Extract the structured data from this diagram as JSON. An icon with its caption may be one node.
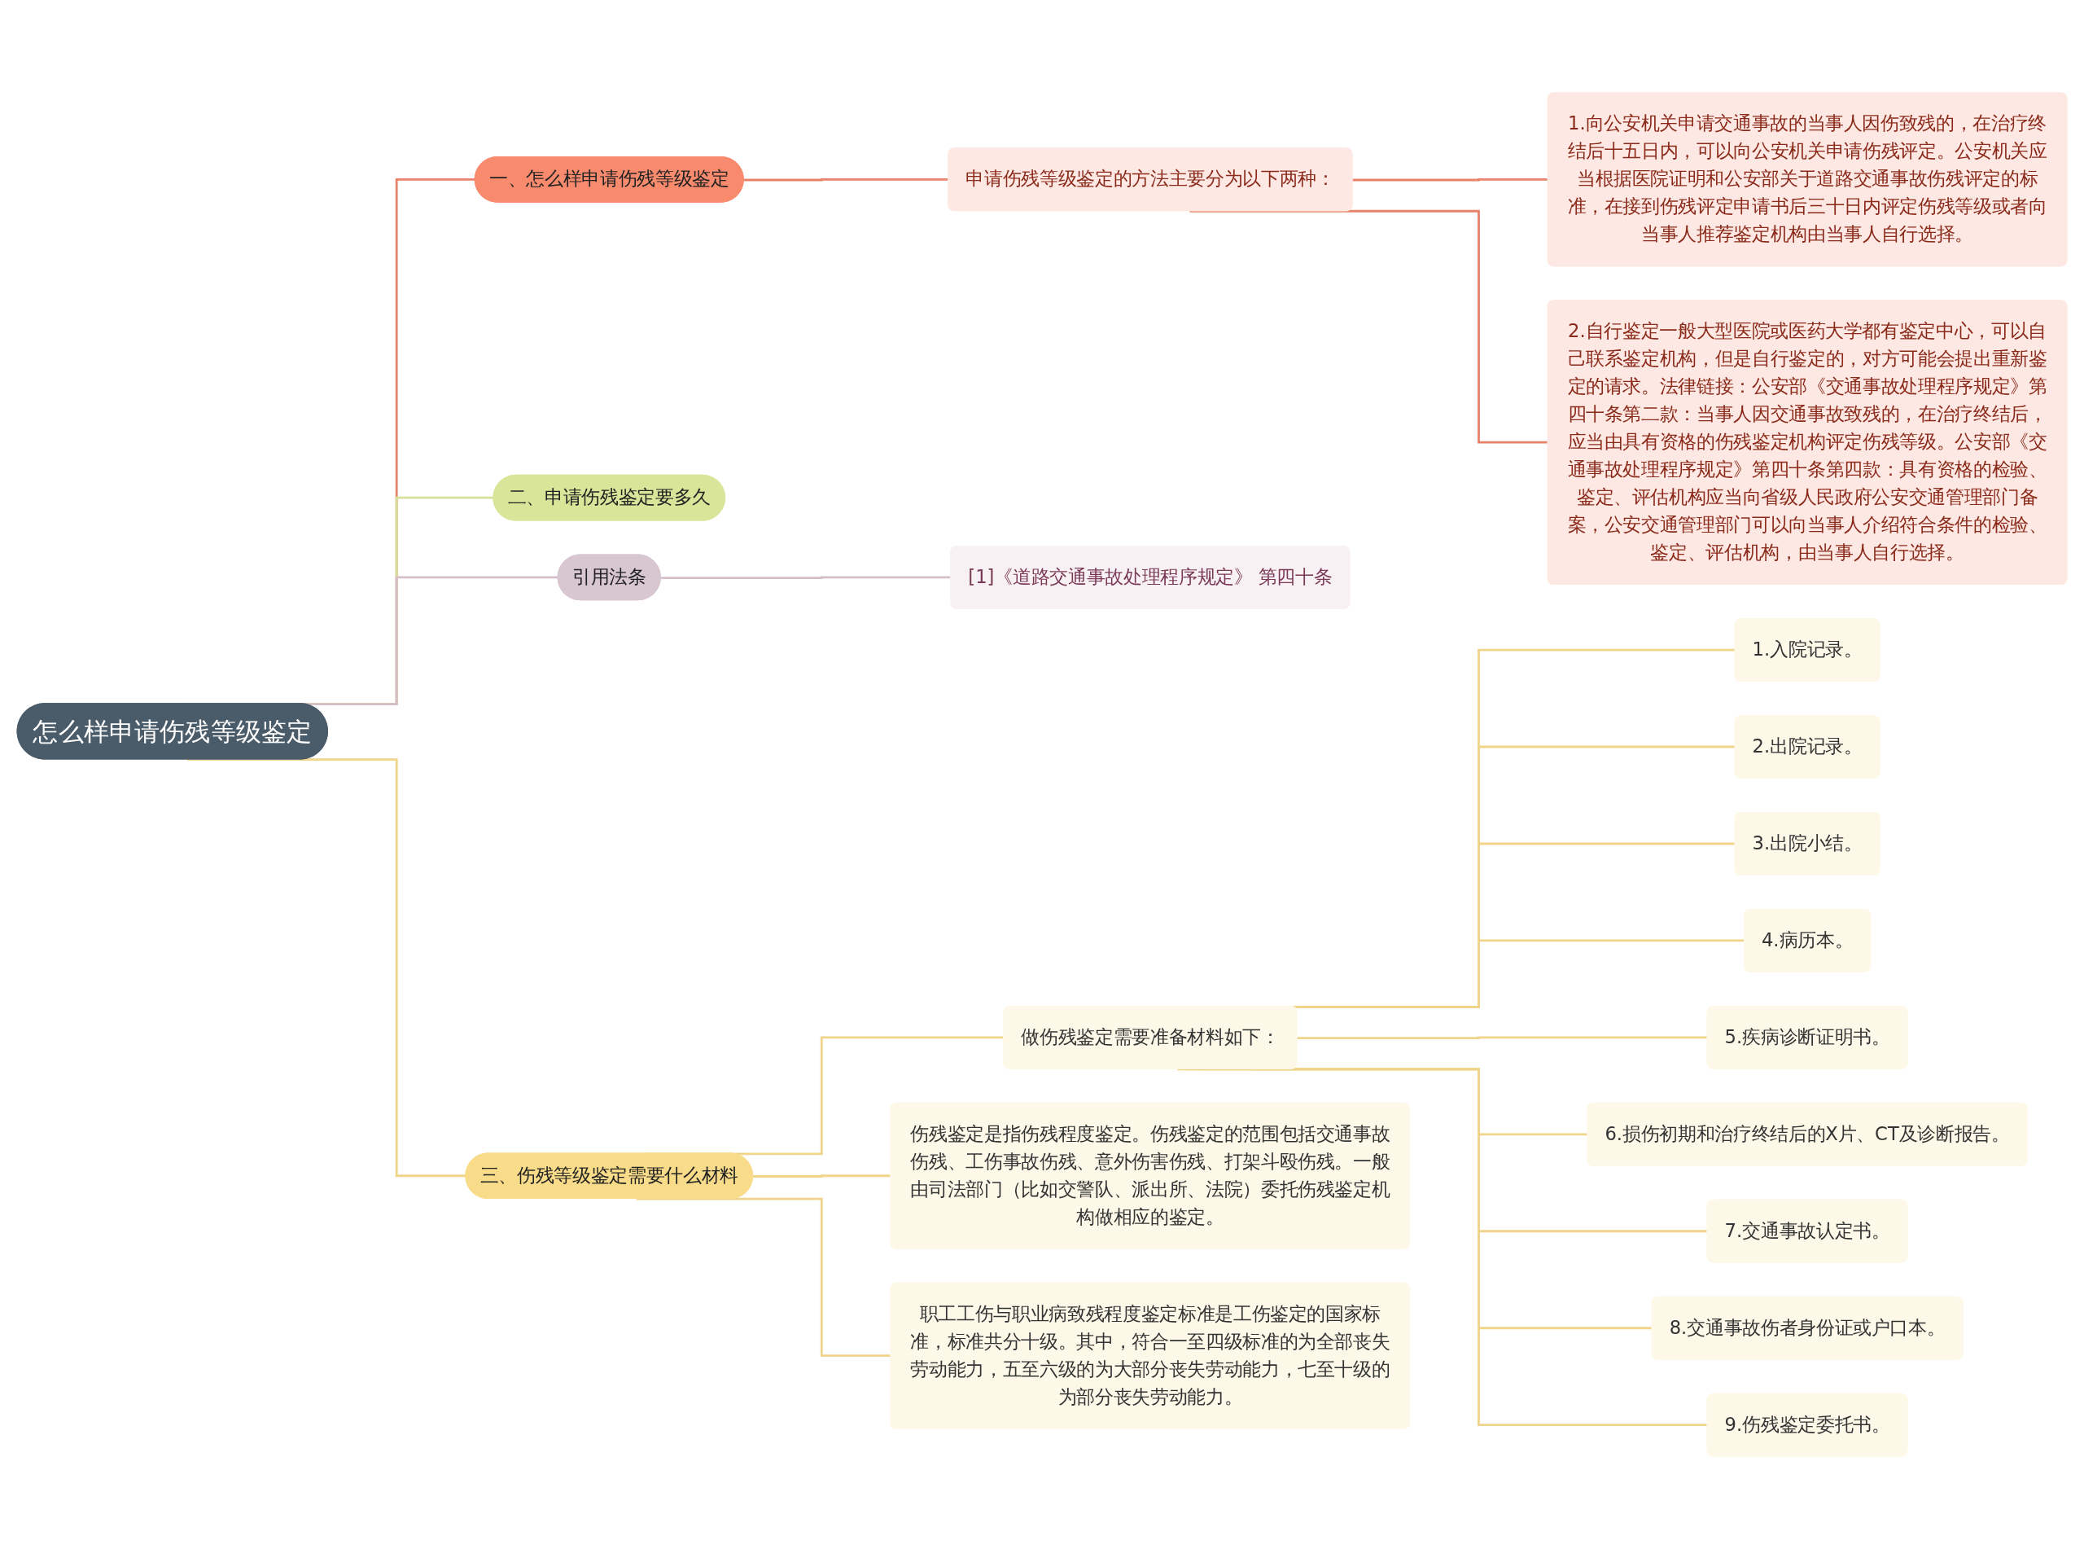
{
  "diagram": {
    "nodes": [
      {
        "text": [
          "怎么样申请伤残等级鉴定"
        ]
      },
      {
        "text": [
          "一、怎么样申请伤残等级鉴定"
        ]
      },
      {
        "text": [
          "申请伤残等级鉴定的方法主要分为以下两种："
        ]
      },
      {
        "text": [
          "1.向公安机关申请交通事故的当事人因伤致残的，在治疗终结后十五日内，可以向公安机关申请伤残评定。公安机关应当根据医院证明和公安部关于道路交通事故伤残评定的标准，在接到伤残评定申请书后三十日内评定伤残等级或者向当事人推荐鉴定机构由当事人自行选择。"
        ]
      },
      {
        "text": [
          "2.自行鉴定一般大型医院或医药大学都有鉴定中心，可以自己联系鉴定机构，但是自行鉴定的，对方可能会提出重新鉴定的请求。法律链接：公安部《交通事故处理程序规定》第四十条第二款：当事人因交通事故致残的，在治疗终结后，应当由具有资格的伤残鉴定机构评定伤残等级。公安部《交通事故处理程序规定》第四十条第四款：具有资格的检验、鉴定、评估机构应当向省级人民政府公安交通管理部门备案，公安交通管理部门可以向当事人介绍符合条件的检验、鉴定、评估机构，由当事人自行选择。"
        ]
      },
      {
        "text": [
          "二、申请伤残鉴定要多久"
        ]
      },
      {
        "text": [
          "引用法条"
        ]
      },
      {
        "text": [
          "[1]《道路交通事故处理程序规定》 第四十条"
        ]
      },
      {
        "text": [
          "三、伤残等级鉴定需要什么材料"
        ]
      },
      {
        "text": [
          "做伤残鉴定需要准备材料如下："
        ]
      },
      {
        "text": [
          "1.入院记录。"
        ]
      },
      {
        "text": [
          "2.出院记录。"
        ]
      },
      {
        "text": [
          "3.出院小结。"
        ]
      },
      {
        "text": [
          "4.病历本。"
        ]
      },
      {
        "text": [
          "5.疾病诊断证明书。"
        ]
      },
      {
        "text": [
          "6.损伤初期和治疗终结后的X片、CT及诊断报告。"
        ]
      },
      {
        "text": [
          "7.交通事故认定书。"
        ]
      },
      {
        "text": [
          "8.交通事故伤者身份证或户口本。"
        ]
      },
      {
        "text": [
          "9.伤残鉴定委托书。"
        ]
      },
      {
        "text": [
          "伤残鉴定是指伤残程度鉴定。伤残鉴定的范围包括交通事故伤残、工伤事故伤残、意外伤害伤残、打架斗殴伤残。一般由司法部门（比如交警队、派出所、法院）委托伤残鉴定机构做相应的鉴定。"
        ]
      },
      {
        "text": [
          "职工工伤与职业病致残程度鉴定标准是工伤鉴定的国家标准，标准共分十级。其中，符合一至四级标准的为全部丧失劳动能力，五至六级的为大部分丧失劳动能力，七至十级的为部分丧失劳动能力。"
        ]
      }
    ],
    "edges": [
      {
        "from": 0,
        "to": 1,
        "arrow": "none",
        "color": "#e8826a"
      },
      {
        "from": 1,
        "to": 2,
        "arrow": "none",
        "color": "#e8826a"
      },
      {
        "from": 2,
        "to": 3,
        "arrow": "none",
        "color": "#e8826a"
      },
      {
        "from": 2,
        "to": 4,
        "arrow": "none",
        "color": "#e8826a"
      },
      {
        "from": 0,
        "to": 5,
        "arrow": "none",
        "color": "#d6e29a"
      },
      {
        "from": 0,
        "to": 6,
        "arrow": "none",
        "color": "#d4bfc9"
      },
      {
        "from": 6,
        "to": 7,
        "arrow": "none",
        "color": "#d4bfc9"
      },
      {
        "from": 0,
        "to": 8,
        "arrow": "none"
      },
      {
        "from": 8,
        "to": 9,
        "arrow": "none"
      },
      {
        "from": 9,
        "to": 10,
        "arrow": "none"
      },
      {
        "from": 9,
        "to": 11,
        "arrow": "none"
      },
      {
        "from": 9,
        "to": 12,
        "arrow": "none"
      },
      {
        "from": 9,
        "to": 13,
        "arrow": "none"
      },
      {
        "from": 9,
        "to": 14,
        "arrow": "none"
      },
      {
        "from": 9,
        "to": 15,
        "arrow": "none"
      },
      {
        "from": 9,
        "to": 16,
        "arrow": "none"
      },
      {
        "from": 9,
        "to": 17,
        "arrow": "none"
      },
      {
        "from": 9,
        "to": 18,
        "arrow": "none"
      },
      {
        "from": 8,
        "to": 19,
        "arrow": "none"
      },
      {
        "from": 8,
        "to": 20,
        "arrow": "none"
      }
    ]
  }
}
